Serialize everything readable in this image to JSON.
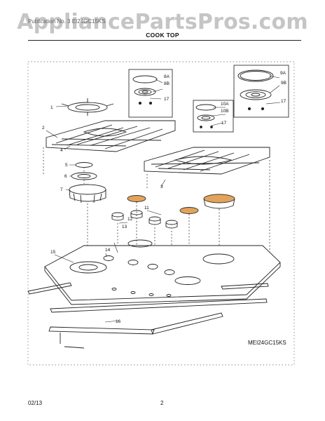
{
  "watermark": "AppliancePartsPros.com",
  "header_line": "Publication No. 3   EI24GC15KS",
  "title": "COOK TOP",
  "model_code": "MEI24GC15KS",
  "footer": {
    "date": "02/13",
    "page": "2"
  },
  "callouts": [
    "8A",
    "8B",
    "17",
    "9A",
    "9B",
    "17",
    "10A",
    "10B",
    "17",
    "1",
    "2",
    "4",
    "5",
    "6",
    "7",
    "3",
    "11",
    "12",
    "13",
    "14",
    "15",
    "16"
  ]
}
